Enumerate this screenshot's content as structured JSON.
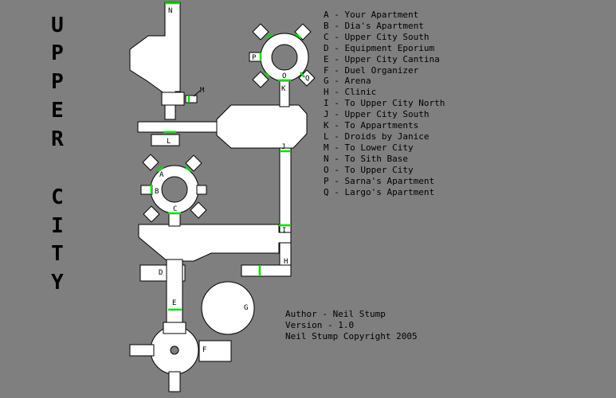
{
  "title_letters": [
    "U",
    "P",
    "P",
    "E",
    "R",
    "",
    "C",
    "I",
    "T",
    "Y"
  ],
  "legend": [
    {
      "key": "A",
      "text": "Your Apartment"
    },
    {
      "key": "B",
      "text": "Dia's Apartment"
    },
    {
      "key": "C",
      "text": "Upper City South"
    },
    {
      "key": "D",
      "text": "Equipment Eporium"
    },
    {
      "key": "E",
      "text": "Upper City Cantina"
    },
    {
      "key": "F",
      "text": "Duel Organizer"
    },
    {
      "key": "G",
      "text": "Arena"
    },
    {
      "key": "H",
      "text": "Clinic"
    },
    {
      "key": "I",
      "text": "To Upper City North"
    },
    {
      "key": "J",
      "text": "Upper City South"
    },
    {
      "key": "K",
      "text": "To Appartments"
    },
    {
      "key": "L",
      "text": "Droids by Janice"
    },
    {
      "key": "M",
      "text": "To Lower City"
    },
    {
      "key": "N",
      "text": "To Sith Base"
    },
    {
      "key": "O",
      "text": "To Upper City"
    },
    {
      "key": "P",
      "text": "Sarna's Apartment"
    },
    {
      "key": "Q",
      "text": "Largo's Apartment"
    }
  ],
  "credits": {
    "author": "Author - Neil Stump",
    "version": "Version - 1.0",
    "copyright": "Neil Stump Copyright 2005"
  },
  "colors": {
    "background": "#7f7f7f",
    "floor": "#ffffff",
    "outline": "#000000",
    "door": "#00e000"
  }
}
